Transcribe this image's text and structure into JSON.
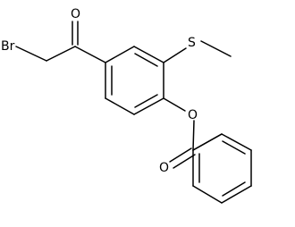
{
  "molecule": {
    "atoms": {
      "bromine": "Br",
      "carbonyl_oxygen": "O",
      "sulfur": "S",
      "ester_oxygen": "O",
      "ester_carbonyl_oxygen": "O"
    }
  }
}
